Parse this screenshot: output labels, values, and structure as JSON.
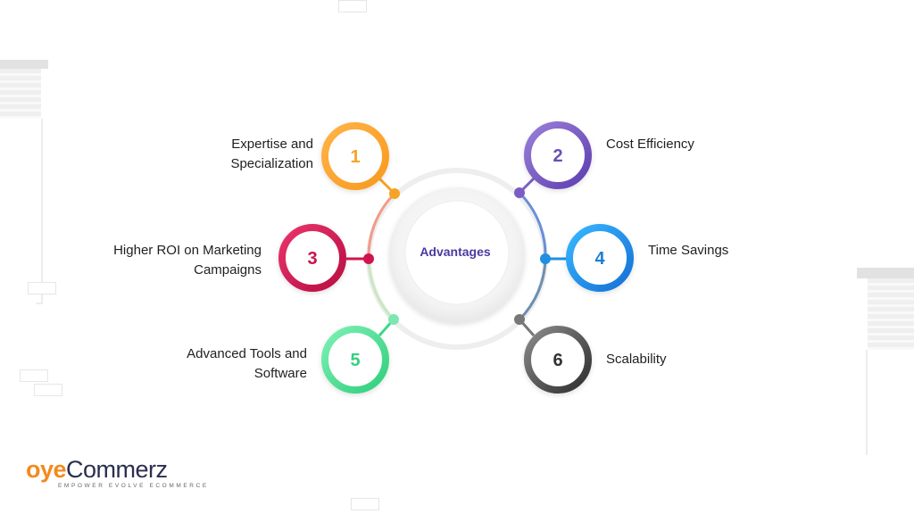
{
  "center": {
    "label": "Advantages"
  },
  "items": [
    {
      "number": "1",
      "label_lines": [
        "Expertise and",
        "Specialization"
      ],
      "color": "#f7a325"
    },
    {
      "number": "2",
      "label_lines": [
        "Cost Efficiency"
      ],
      "color": "#7a5cc4"
    },
    {
      "number": "3",
      "label_lines": [
        "Higher ROI on Marketing",
        "Campaigns"
      ],
      "color": "#d0154e"
    },
    {
      "number": "4",
      "label_lines": [
        "Time Savings"
      ],
      "color": "#1f8fe0"
    },
    {
      "number": "5",
      "label_lines": [
        "Advanced Tools and",
        "Software"
      ],
      "color": "#3dd88a"
    },
    {
      "number": "6",
      "label_lines": [
        "Scalability"
      ],
      "color": "#555555"
    }
  ],
  "logo": {
    "brand_a": "oye",
    "brand_b": "Commerz",
    "tagline": "EMPOWER EVOLVE ECOMMERCE",
    "accent": "#f28a1f"
  }
}
